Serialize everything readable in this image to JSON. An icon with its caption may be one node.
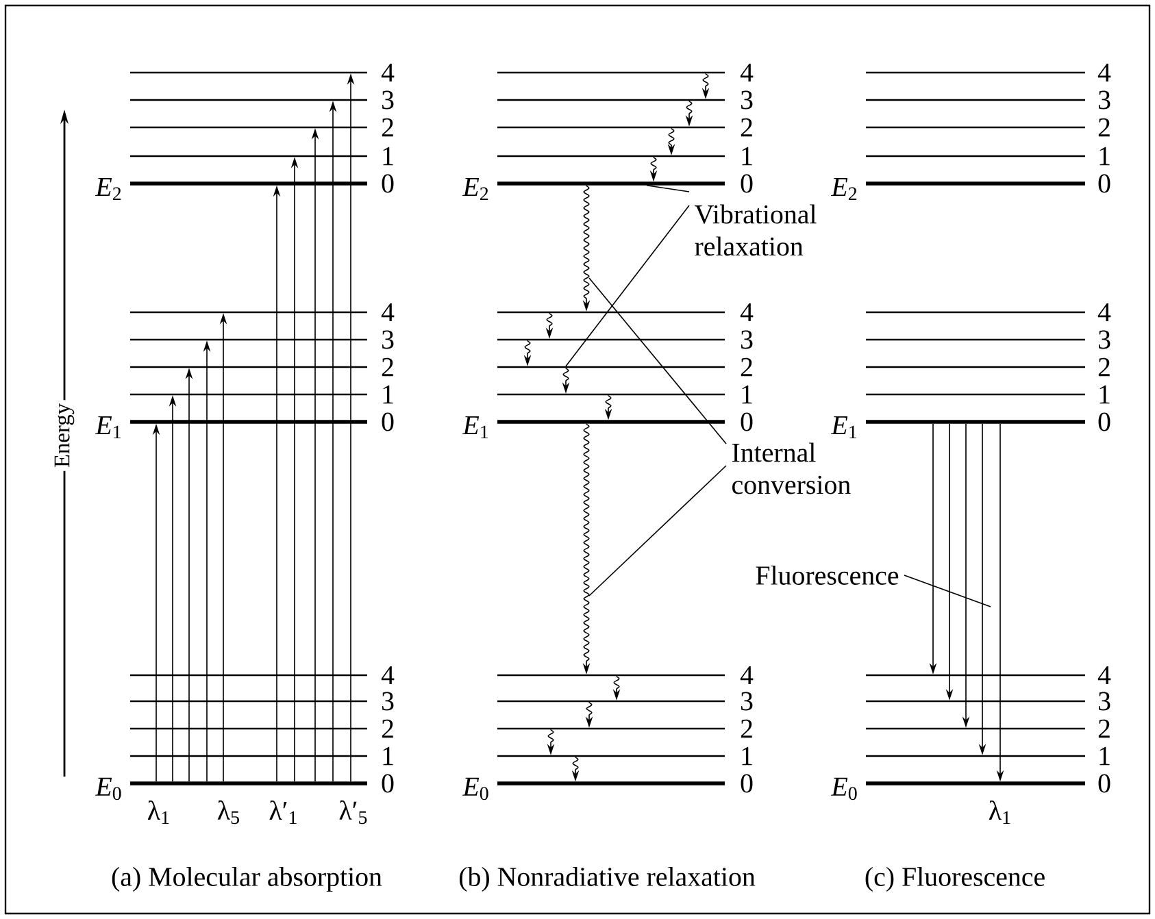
{
  "diagram": {
    "nodes": [
      {
        "text": [],
        "shape": "line",
        "beside": [
          "4"
        ]
      },
      {
        "text": [],
        "shape": "line",
        "beside": [
          "3"
        ]
      },
      {
        "text": [],
        "shape": "line",
        "beside": [
          "2"
        ]
      },
      {
        "text": [],
        "shape": "line",
        "beside": [
          "1"
        ]
      },
      {
        "text": [],
        "shape": "line",
        "beside": [
          "*E*$_{2}$",
          "0"
        ]
      },
      {
        "text": [],
        "shape": "line",
        "beside": [
          "4"
        ]
      },
      {
        "text": [],
        "shape": "line",
        "beside": [
          "3"
        ]
      },
      {
        "text": [],
        "shape": "line",
        "beside": [
          "2"
        ]
      },
      {
        "text": [],
        "shape": "line",
        "beside": [
          "1"
        ]
      },
      {
        "text": [],
        "shape": "line",
        "beside": [
          "*E*$_{1}$",
          "0"
        ]
      },
      {
        "text": [],
        "shape": "line",
        "beside": [
          "4"
        ]
      },
      {
        "text": [],
        "shape": "line",
        "beside": [
          "3"
        ]
      },
      {
        "text": [],
        "shape": "line",
        "beside": [
          "2"
        ]
      },
      {
        "text": [],
        "shape": "line",
        "beside": [
          "1"
        ]
      },
      {
        "text": [],
        "shape": "line",
        "beside": [
          "*E*$_{0}$",
          "0"
        ]
      },
      {
        "text": [],
        "shape": "line",
        "beside": [
          "4"
        ]
      },
      {
        "text": [],
        "shape": "line",
        "beside": [
          "3"
        ]
      },
      {
        "text": [],
        "shape": "line",
        "beside": [
          "2"
        ]
      },
      {
        "text": [],
        "shape": "line",
        "beside": [
          "1"
        ]
      },
      {
        "text": [],
        "shape": "line",
        "beside": [
          "*E*$_{2}$",
          "0"
        ]
      },
      {
        "text": [],
        "shape": "line",
        "beside": [
          "4"
        ]
      },
      {
        "text": [],
        "shape": "line",
        "beside": [
          "3"
        ]
      },
      {
        "text": [],
        "shape": "line",
        "beside": [
          "2"
        ]
      },
      {
        "text": [],
        "shape": "line",
        "beside": [
          "1"
        ]
      },
      {
        "text": [],
        "shape": "line",
        "beside": [
          "*E*$_{1}$",
          "0"
        ]
      },
      {
        "text": [],
        "shape": "line",
        "beside": [
          "4"
        ]
      },
      {
        "text": [],
        "shape": "line",
        "beside": [
          "3"
        ]
      },
      {
        "text": [],
        "shape": "line",
        "beside": [
          "2"
        ]
      },
      {
        "text": [],
        "shape": "line",
        "beside": [
          "1"
        ]
      },
      {
        "text": [],
        "shape": "line",
        "beside": [
          "*E*$_{0}$",
          "0"
        ]
      },
      {
        "text": [],
        "shape": "line",
        "beside": [
          "4"
        ]
      },
      {
        "text": [],
        "shape": "line",
        "beside": [
          "3"
        ]
      },
      {
        "text": [],
        "shape": "line",
        "beside": [
          "2"
        ]
      },
      {
        "text": [],
        "shape": "line",
        "beside": [
          "1"
        ]
      },
      {
        "text": [],
        "shape": "line",
        "beside": [
          "*E*$_{2}$",
          "0"
        ]
      },
      {
        "text": [],
        "shape": "line",
        "beside": [
          "4"
        ]
      },
      {
        "text": [],
        "shape": "line",
        "beside": [
          "3"
        ]
      },
      {
        "text": [],
        "shape": "line",
        "beside": [
          "2"
        ]
      },
      {
        "text": [],
        "shape": "line",
        "beside": [
          "1"
        ]
      },
      {
        "text": [],
        "shape": "line",
        "beside": [
          "*E*$_{1}$",
          "0"
        ]
      },
      {
        "text": [],
        "shape": "line",
        "beside": [
          "4"
        ]
      },
      {
        "text": [],
        "shape": "line",
        "beside": [
          "3"
        ]
      },
      {
        "text": [],
        "shape": "line",
        "beside": [
          "2"
        ]
      },
      {
        "text": [],
        "shape": "line",
        "beside": [
          "1"
        ]
      },
      {
        "text": [],
        "shape": "line",
        "beside": [
          "*E*$_{0}$",
          "0"
        ]
      },
      {
        "text": [
          "Vibrational relaxation"
        ]
      },
      {
        "text": [
          "Internal conversion"
        ]
      },
      {
        "text": [
          "Fluorescence"
        ]
      }
    ],
    "edges": [
      {
        "from": 14,
        "to": 9,
        "arrow": "to"
      },
      {
        "from": 14,
        "to": 8,
        "arrow": "to"
      },
      {
        "from": 14,
        "to": 7,
        "arrow": "to"
      },
      {
        "from": 14,
        "to": 6,
        "arrow": "to"
      },
      {
        "from": 14,
        "to": 5,
        "arrow": "to"
      },
      {
        "from": 14,
        "to": 4,
        "arrow": "to"
      },
      {
        "from": 14,
        "to": 3,
        "arrow": "to"
      },
      {
        "from": 14,
        "to": 2,
        "arrow": "to"
      },
      {
        "from": 14,
        "to": 1,
        "arrow": "to"
      },
      {
        "from": 14,
        "to": 0,
        "arrow": "to"
      },
      {
        "from": 15,
        "to": 16,
        "arrow": "to"
      },
      {
        "from": 16,
        "to": 17,
        "arrow": "to"
      },
      {
        "from": 17,
        "to": 18,
        "arrow": "to"
      },
      {
        "from": 18,
        "to": 19,
        "arrow": "to"
      },
      {
        "from": 19,
        "to": 20,
        "arrow": "to"
      },
      {
        "from": 20,
        "to": 21,
        "arrow": "to"
      },
      {
        "from": 21,
        "to": 22,
        "arrow": "to"
      },
      {
        "from": 22,
        "to": 23,
        "arrow": "to"
      },
      {
        "from": 23,
        "to": 24,
        "arrow": "to"
      },
      {
        "from": 24,
        "to": 25,
        "arrow": "to"
      },
      {
        "from": 25,
        "to": 26,
        "arrow": "to"
      },
      {
        "from": 26,
        "to": 27,
        "arrow": "to"
      },
      {
        "from": 27,
        "to": 28,
        "arrow": "to"
      },
      {
        "from": 28,
        "to": 29,
        "arrow": "to"
      },
      {
        "from": 39,
        "to": 40,
        "arrow": "to"
      },
      {
        "from": 39,
        "to": 41,
        "arrow": "to"
      },
      {
        "from": 39,
        "to": 42,
        "arrow": "to"
      },
      {
        "from": 39,
        "to": 43,
        "arrow": "to"
      },
      {
        "from": 39,
        "to": 44,
        "arrow": "to"
      },
      {
        "from": 45,
        "to": 19,
        "arrow": "none"
      },
      {
        "from": 45,
        "to": 22,
        "arrow": "none"
      },
      {
        "from": 46,
        "to": null,
        "arrow": "none"
      },
      {
        "from": 46,
        "to": null,
        "arrow": "none"
      },
      {
        "from": 47,
        "to": null,
        "arrow": "none"
      }
    ],
    "labels": [
      "Energy",
      "λ$_{1}$",
      "λ$_{5}$",
      "λ′$_{1}$",
      "λ′$_{5}$",
      "λ$_{1}$",
      "(a) Molecular absorption",
      "(b) Nonradiative relaxation",
      "(c) Fluorescence"
    ]
  }
}
